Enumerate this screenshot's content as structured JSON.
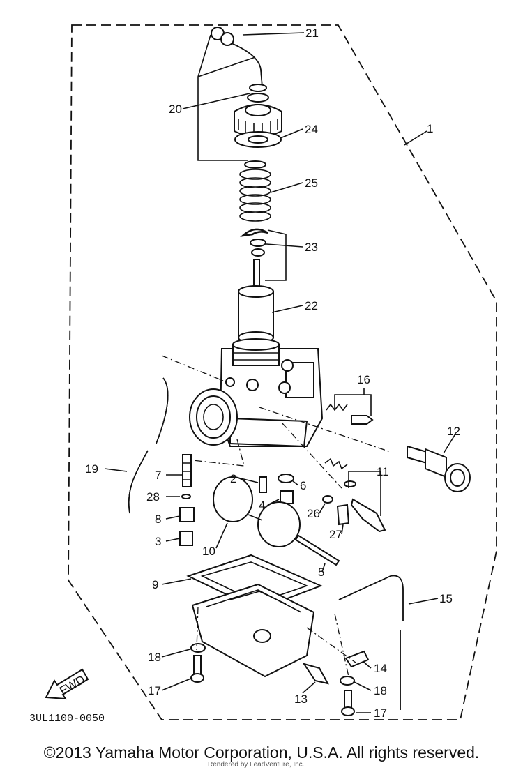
{
  "diagram": {
    "part_code": "3UL1100-0050",
    "fwd_label": "FWD",
    "labels": {
      "p1": "1",
      "p2": "2",
      "p3": "3",
      "p4": "4",
      "p5": "5",
      "p6": "6",
      "p7": "7",
      "p8": "8",
      "p9": "9",
      "p10": "10",
      "p11": "11",
      "p12": "12",
      "p13": "13",
      "p14": "14",
      "p15": "15",
      "p16": "16",
      "p17a": "17",
      "p17b": "17",
      "p18a": "18",
      "p18b": "18",
      "p19": "19",
      "p20": "20",
      "p21": "21",
      "p22": "22",
      "p23": "23",
      "p24": "24",
      "p25": "25",
      "p26": "26",
      "p27": "27",
      "p28": "28"
    }
  },
  "footer": {
    "copyright": "©2013 Yamaha Motor Corporation, U.S.A. All rights reserved.",
    "rendered_by": "Rendered by LeadVenture, Inc."
  }
}
